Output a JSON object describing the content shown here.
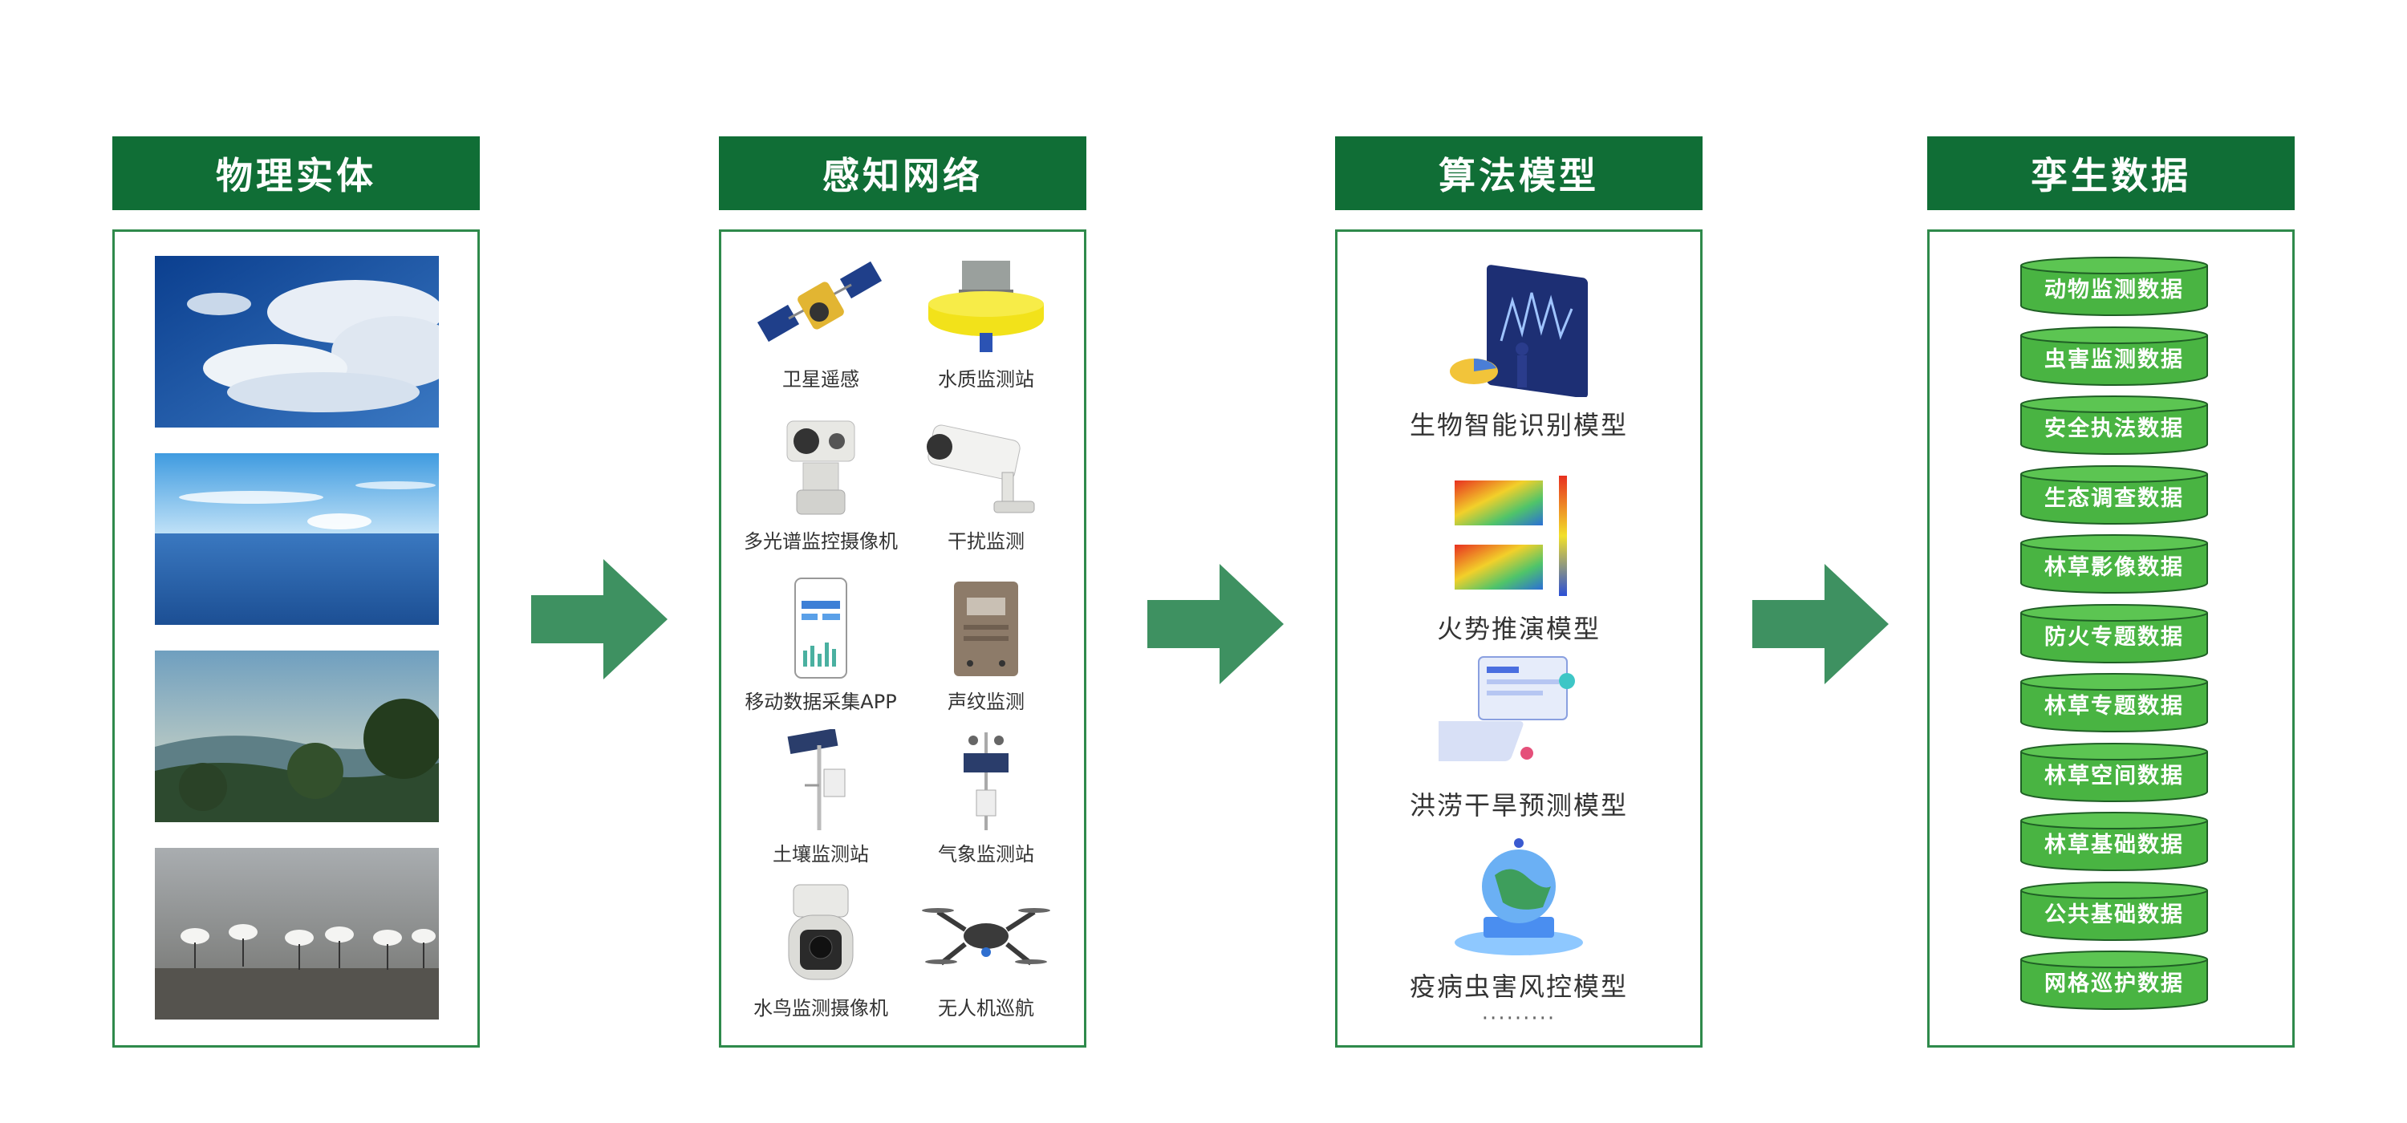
{
  "columns": [
    {
      "title": "物理实体"
    },
    {
      "title": "感知网络"
    },
    {
      "title": "算法模型"
    },
    {
      "title": "孪生数据"
    }
  ],
  "perception_devices": [
    {
      "label": "卫星遥感",
      "icon": "satellite-icon"
    },
    {
      "label": "水质监测站",
      "icon": "water-buoy-icon"
    },
    {
      "label": "多光谱监控摄像机",
      "icon": "ptz-camera-icon"
    },
    {
      "label": "干扰监测",
      "icon": "bullet-camera-icon"
    },
    {
      "label": "移动数据采集APP",
      "icon": "phone-app-icon"
    },
    {
      "label": "声纹监测",
      "icon": "acoustic-device-icon"
    },
    {
      "label": "土壤监测站",
      "icon": "soil-station-icon"
    },
    {
      "label": "气象监测站",
      "icon": "weather-station-icon"
    },
    {
      "label": "水鸟监测摄像机",
      "icon": "dome-camera-icon"
    },
    {
      "label": "无人机巡航",
      "icon": "drone-icon"
    }
  ],
  "models": [
    {
      "label": "生物智能识别模型",
      "icon": "analytics-screen-icon"
    },
    {
      "label": "火势推演模型",
      "icon": "heatmap-icon"
    },
    {
      "label": "洪涝干旱预测模型",
      "icon": "dashboard-illustration-icon"
    },
    {
      "label": "疫病虫害风控模型",
      "icon": "globe-phone-icon"
    }
  ],
  "models_more": "·········",
  "twin_data": [
    "动物监测数据",
    "虫害监测数据",
    "安全执法数据",
    "生态调查数据",
    "林草影像数据",
    "防火专题数据",
    "林草专题数据",
    "林草空间数据",
    "林草基础数据",
    "公共基础数据",
    "网格巡护数据"
  ],
  "colors": {
    "header_green": "#106e36",
    "border_green": "#2f8a4b",
    "arrow_green": "#3e9161",
    "cylinder_green": "#49b442"
  }
}
